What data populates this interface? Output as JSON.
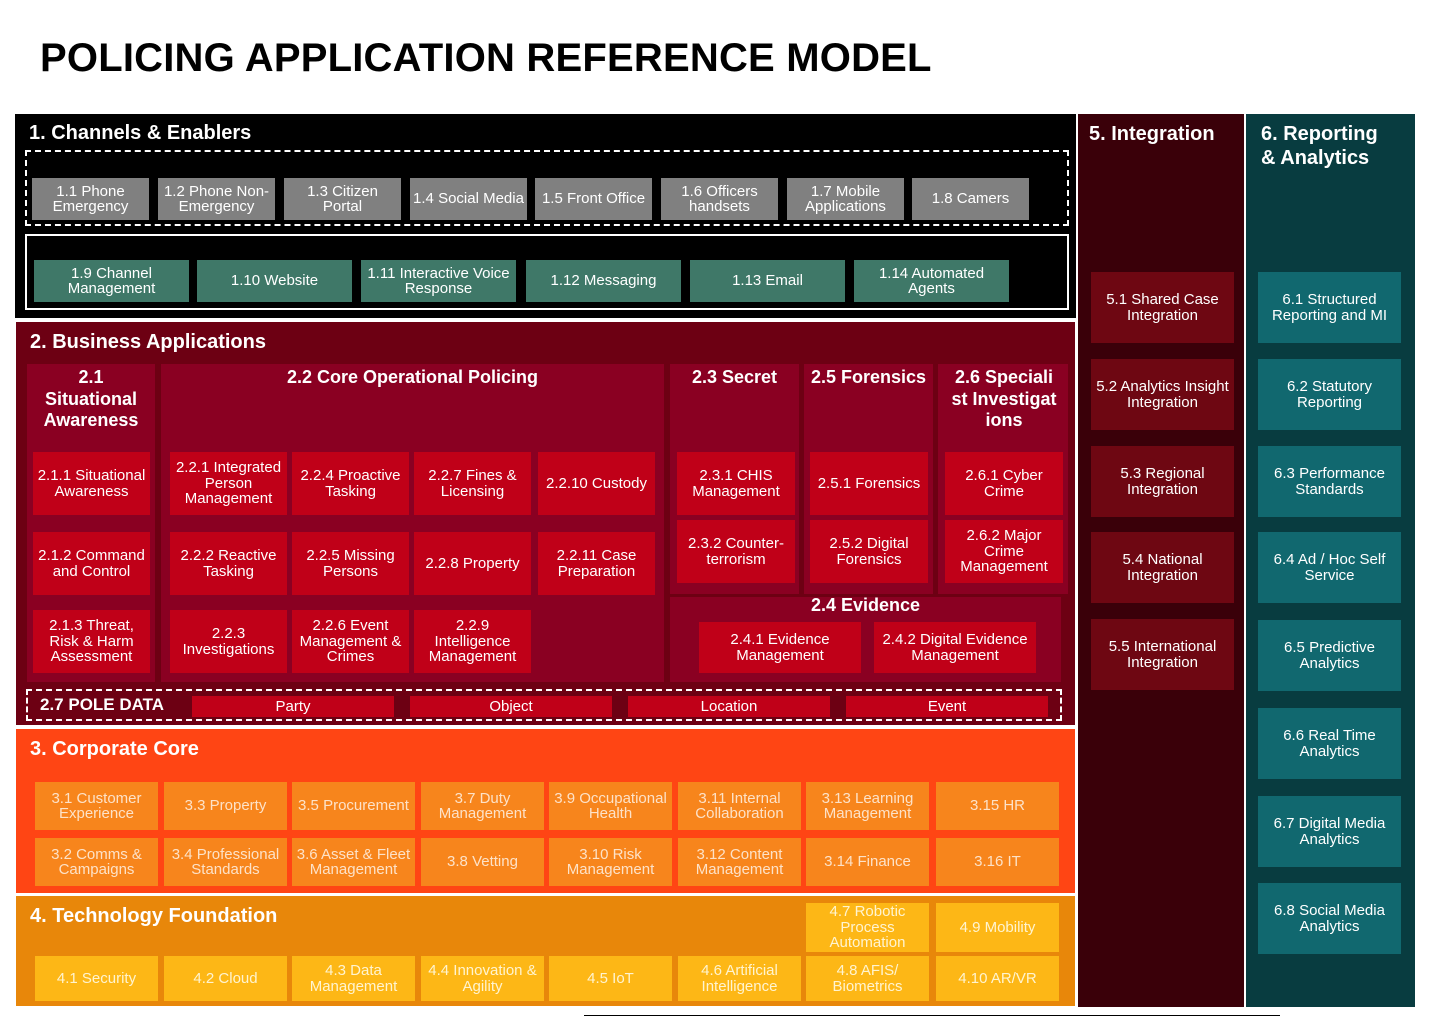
{
  "title": "POLICING APPLICATION REFERENCE MODEL",
  "colors": {
    "channels_bg": "#000000",
    "business_bg": "#6d0013",
    "business_sub_bg": "#8a0022",
    "business_item": "#c00018",
    "corporate_bg": "#ff4514",
    "corporate_item": "#f7851c",
    "technology_bg": "#e8870a",
    "technology_item": "#fdb716",
    "integration_bg": "#3a0009",
    "integration_item": "#6e0712",
    "reporting_bg": "#083c40",
    "reporting_item": "#11686f",
    "channel_grey": "#808080",
    "channel_green": "#3f7868"
  },
  "channels": {
    "heading": "1. Channels & Enablers",
    "row1": [
      "1.1 Phone Emergency",
      "1.2 Phone Non-Emergency",
      "1.3 Citizen Portal",
      "1.4  Social Media",
      "1.5 Front Office",
      "1.6 Officers handsets",
      "1.7 Mobile Applications",
      "1.8  Camers"
    ],
    "row2": [
      "1.9 Channel Management",
      "1.10 Website",
      "1.11 Interactive Voice Response",
      "1.12 Messaging",
      "1.13 Email",
      "1.14 Automated Agents"
    ]
  },
  "business": {
    "heading": "2. Business Applications",
    "situational": {
      "heading": "2.1 Situational Awareness",
      "items": [
        "2.1.1 Situational Awareness",
        "2.1.2 Command and Control",
        "2.1.3 Threat, Risk & Harm Assessment"
      ]
    },
    "core": {
      "heading": "2.2 Core Operational Policing",
      "items": [
        "2.2.1 Integrated Person Management",
        "2.2.4 Proactive Tasking",
        "2.2.7 Fines & Licensing",
        "2.2.10 Custody",
        "2.2.2 Reactive Tasking",
        "2.2.5 Missing Persons",
        "2.2.8 Property",
        "2.2.11 Case Preparation",
        "2.2.3 Investigations",
        "2.2.6 Event Management & Crimes",
        "2.2.9 Intelligence Management"
      ]
    },
    "secret": {
      "heading": "2.3 Secret",
      "items": [
        "2.3.1 CHIS Management",
        "2.3.2 Counter-terrorism"
      ]
    },
    "forensics": {
      "heading": "2.5 Forensics",
      "items": [
        "2.5.1 Forensics",
        "2.5.2 Digital Forensics"
      ]
    },
    "specialist": {
      "heading": "2.6 Specialist Investigations",
      "items": [
        "2.6.1 Cyber Crime",
        "2.6.2 Major Crime Management"
      ]
    },
    "evidence": {
      "heading": "2.4 Evidence",
      "items": [
        "2.4.1 Evidence Management",
        "2.4.2 Digital Evidence Management"
      ]
    },
    "pole": {
      "heading": "2.7 POLE DATA",
      "items": [
        "Party",
        "Object",
        "Location",
        "Event"
      ]
    }
  },
  "corporate": {
    "heading": "3. Corporate Core",
    "row1": [
      "3.1 Customer Experience",
      "3.3 Property",
      "3.5 Procurement",
      "3.7 Duty Management",
      "3.9 Occupational Health",
      "3.11 Internal Collaboration",
      "3.13 Learning Management",
      "3.15 HR"
    ],
    "row2": [
      "3.2 Comms & Campaigns",
      "3.4 Professional Standards",
      "3.6 Asset & Fleet Management",
      "3.8 Vetting",
      "3.10 Risk Management",
      "3.12 Content Management",
      "3.14 Finance",
      "3.16 IT"
    ]
  },
  "technology": {
    "heading": "4. Technology Foundation",
    "top": [
      "4.7 Robotic Process Automation",
      "4.9 Mobility"
    ],
    "row": [
      "4.1 Security",
      "4.2 Cloud",
      "4.3 Data Management",
      "4.4 Innovation & Agility",
      "4.5 IoT",
      "4.6 Artificial Intelligence",
      "4.8 AFIS/ Biometrics",
      "4.10 AR/VR"
    ]
  },
  "integration": {
    "heading": "5. Integration",
    "items": [
      "5.1 Shared Case Integration",
      "5.2 Analytics Insight Integration",
      "5.3 Regional Integration",
      "5.4 National Integration",
      "5.5 International Integration"
    ]
  },
  "reporting": {
    "heading_line1": "6. Reporting",
    "heading_line2": "& Analytics",
    "items": [
      "6.1 Structured Reporting and MI",
      "6.2 Statutory Reporting",
      "6.3 Performance Standards",
      "6.4 Ad / Hoc Self Service",
      "6.5 Predictive Analytics",
      "6.6 Real Time Analytics",
      "6.7 Digital Media Analytics",
      "6.8 Social Media Analytics"
    ]
  }
}
